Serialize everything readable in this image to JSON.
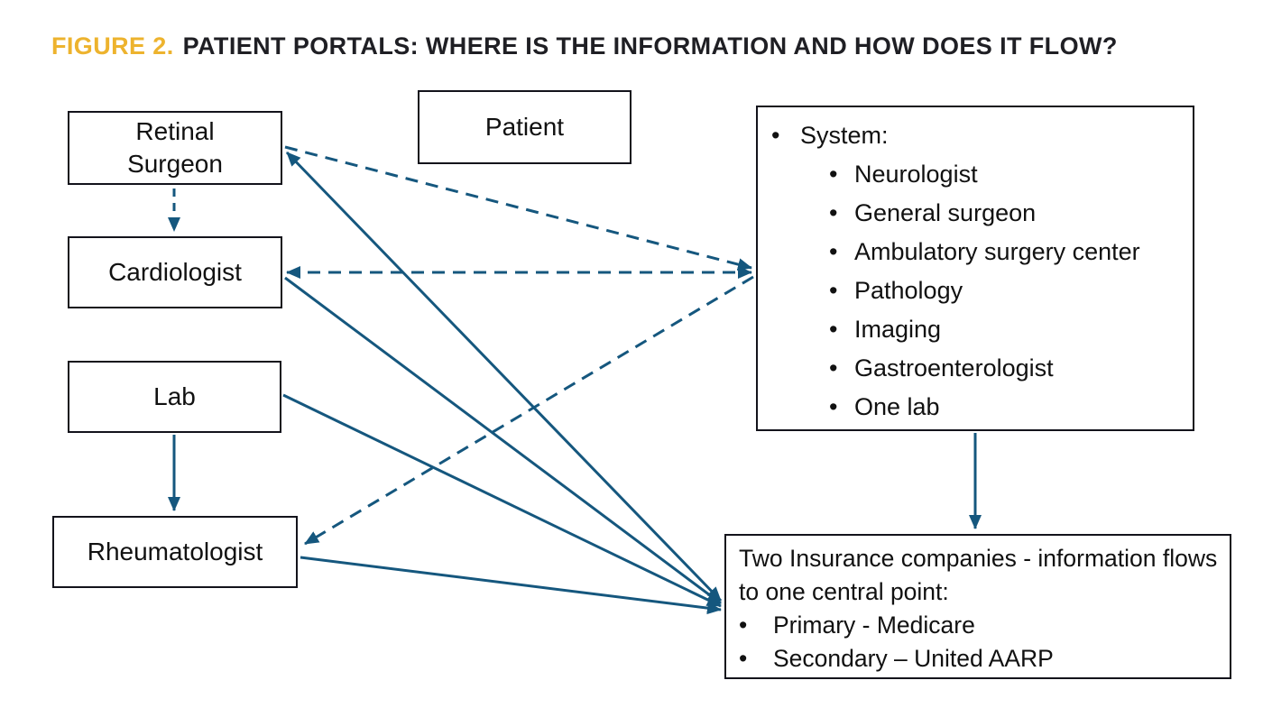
{
  "title": {
    "figure_label": "FIGURE 2.",
    "text": "PATIENT PORTALS: WHERE IS THE INFORMATION AND HOW DOES IT FLOW?"
  },
  "colors": {
    "accent_gold": "#EDB32E",
    "arrow_blue": "#15577E",
    "box_border": "#13131B",
    "title_text": "#1F1F24"
  },
  "nodes": {
    "retinal_surgeon": {
      "label": "Retinal Surgeon"
    },
    "patient": {
      "label": "Patient"
    },
    "cardiologist": {
      "label": "Cardiologist"
    },
    "lab": {
      "label": "Lab"
    },
    "rheumatologist": {
      "label": "Rheumatologist"
    },
    "system": {
      "heading": "System:",
      "bullet": "•",
      "items": [
        "Neurologist",
        "General surgeon",
        "Ambulatory surgery center",
        "Pathology",
        "Imaging",
        "Gastroenterologist",
        "One lab"
      ]
    },
    "insurance": {
      "heading": "Two Insurance companies - information flows to one central point:",
      "items": [
        "Primary - Medicare",
        "Secondary – United AARP"
      ]
    }
  }
}
